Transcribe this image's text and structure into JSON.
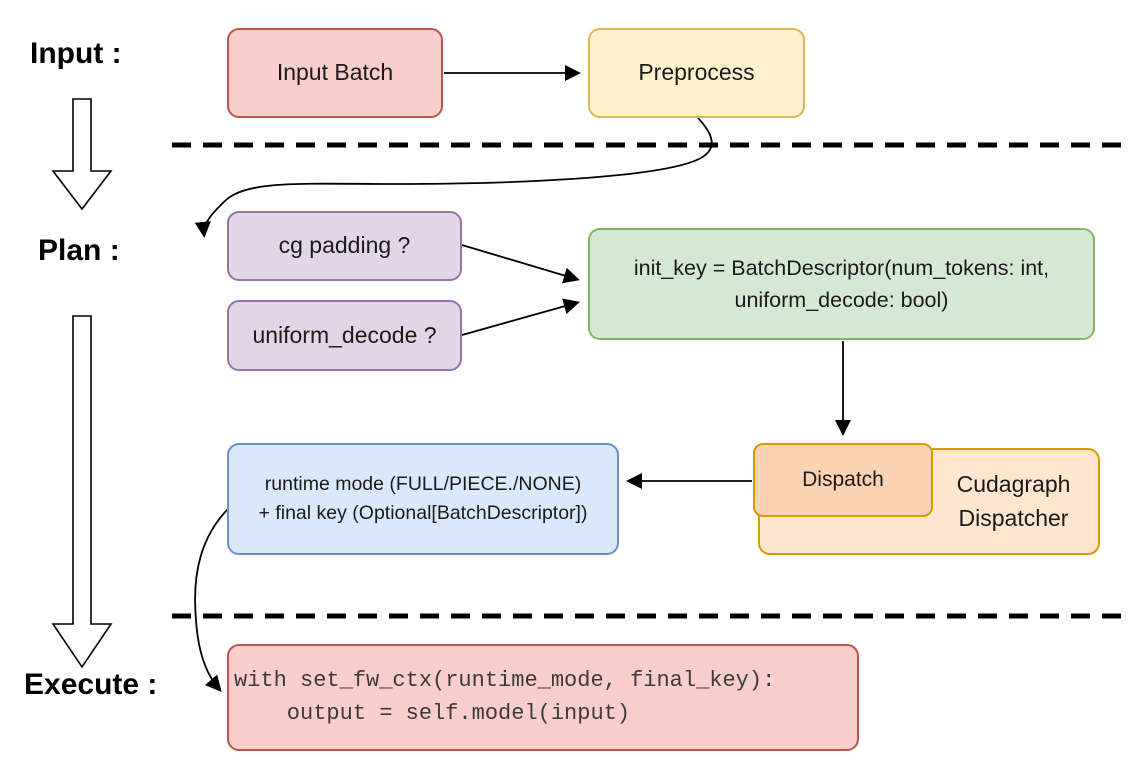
{
  "sections": {
    "input_label": "Input :",
    "plan_label": "Plan :",
    "execute_label": "Execute :"
  },
  "nodes": {
    "input_batch": {
      "label": "Input Batch"
    },
    "preprocess": {
      "label": "Preprocess"
    },
    "cg_padding": {
      "label": "cg padding ?"
    },
    "uniform_decode": {
      "label": "uniform_decode ?"
    },
    "init_key": {
      "lines": [
        "init_key = BatchDescriptor(num_tokens: int,",
        "uniform_decode: bool)"
      ]
    },
    "runtime_mode": {
      "lines": [
        "runtime mode (FULL/PIECE./NONE)",
        "+ final key (Optional[BatchDescriptor])"
      ]
    },
    "dispatch": {
      "label": "Dispatch"
    },
    "cudagraph_dispatcher": {
      "lines": [
        "Cudagraph",
        "Dispatcher"
      ]
    },
    "execute_code": {
      "lines": [
        "with set_fw_ctx(runtime_mode, final_key):",
        "    output = self.model(input)"
      ]
    }
  },
  "colors": {
    "red_fill": "#f8cecc",
    "red_stroke": "#b85450",
    "yellow_fill": "#fff2cc",
    "yellow_stroke": "#d6b656",
    "purple_fill": "#e1d5e7",
    "purple_stroke": "#9673a6",
    "green_fill": "#d5e8d4",
    "green_stroke": "#82b366",
    "blue_fill": "#dae8fc",
    "blue_stroke": "#6c8ebf",
    "orange_fill": "#ffe6cc",
    "orange_inner_fill": "#fbd3b2",
    "orange_stroke": "#d79b00",
    "connector": "#000000",
    "code_text": "#3b3b3b"
  }
}
